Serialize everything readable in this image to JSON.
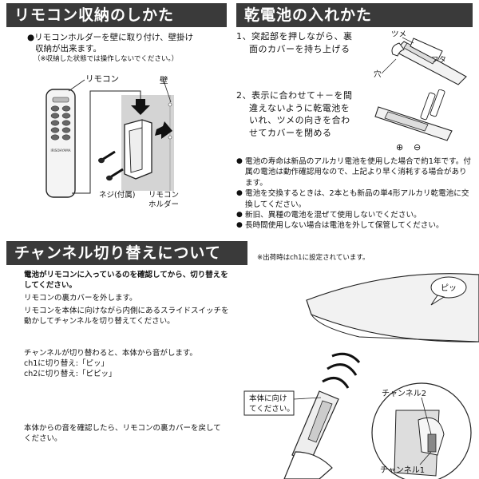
{
  "section1": {
    "title": "リモコン収納のしかた",
    "bullet_line1": "●リモコンホルダーを壁に取り付け、壁掛け",
    "bullet_line2": "収納が出来ます。",
    "note": "（※収納した状態では操作しないでください。）",
    "label_remote": "リモコン",
    "label_wall": "壁",
    "label_screw": "ネジ(付属)",
    "label_holder_1": "リモコン",
    "label_holder_2": "ホルダー",
    "remote_brand": "IRISOHYAMA"
  },
  "section2": {
    "title": "乾電池の入れかた",
    "step1_num": "1、",
    "step1_line1": "突起部を押しながら、裏",
    "step1_line2": "面のカバーを持ち上げる",
    "step2_num": "2、",
    "step2_line1": "表示に合わせて＋－を間",
    "step2_line2": "違えないように乾電池を",
    "step2_line3": "いれ、ツメの向きを合わ",
    "step2_line4": "せてカバーを閉める",
    "label_tsume": "ツメ",
    "label_futa": "フタ",
    "label_ana": "穴",
    "battery_plus": "⊕",
    "battery_minus": "⊖",
    "notes": [
      "電池の寿命は新品のアルカリ電池を使用した場合で約1年です。付属の電池は動作確認用なので、上記より早く消耗する場合があります。",
      "電池を交換するときは、2本とも新品の単4形アルカリ乾電池に交換してください。",
      "新旧、異種の電池を混ぜて使用しないでください。",
      "長時間使用しない場合は電池を外して保管してください。"
    ]
  },
  "section3": {
    "title": "チャンネル切り替えについて",
    "factory_note": "※出荷時はch1に設定されています。",
    "line_bold_1": "電池がリモコンに入っているのを確認してから、切り替えを",
    "line_bold_2": "してください。",
    "line_1": "リモコンの裏カバーを外します。",
    "line_2": "リモコンを本体に向けながら内側にあるスライドスイッチを",
    "line_3": "動かしてチャンネルを切り替えてください。",
    "line_4": "チャンネルが切り替わると、本体から音がします。",
    "line_5": "ch1に切り替え:「ピッ」",
    "line_6": "ch2に切り替え:「ピピッ」",
    "line_7": "本体からの音を確認したら、リモコンの裏カバーを戻して",
    "line_8": "ください。",
    "bubble": "ピッ",
    "callout_1": "本体に向け",
    "callout_2": "てください。",
    "label_ch2": "チャンネル2",
    "label_ch1": "チャンネル1"
  }
}
